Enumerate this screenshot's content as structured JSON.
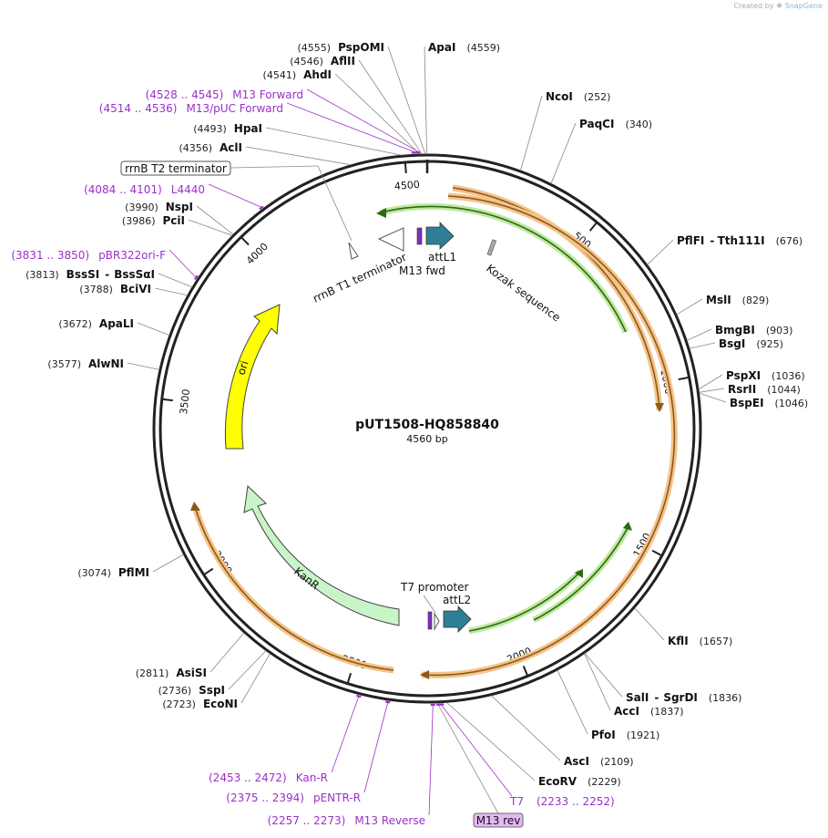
{
  "app": {
    "credit_prefix": "Created by",
    "credit_brand": "SnapGene"
  },
  "plasmid": {
    "name": "pUT1508-HQ858840",
    "length_label": "4560 bp"
  },
  "colors": {
    "backbone": "#222222",
    "ori": "#ffff00",
    "kanr": "#c8f5c8",
    "attl": "#2e7f96",
    "primer": "#9b30c9",
    "orange_glow": "#f5c38a",
    "green_glow": "#bfe8a0"
  },
  "tick_labels": [
    "500",
    "1000",
    "1500",
    "2000",
    "2500",
    "3000",
    "3500",
    "4000",
    "4500"
  ],
  "enzymes": [
    {
      "name": "ApaI",
      "pos": "(4559)"
    },
    {
      "name": "NcoI",
      "pos": "(252)"
    },
    {
      "name": "PaqCI",
      "pos": "(340)"
    },
    {
      "name": "PflFI",
      "sep": "-",
      "name2": "Tth111I",
      "pos": "(676)"
    },
    {
      "name": "MslI",
      "pos": "(829)"
    },
    {
      "name": "BmgBI",
      "pos": "(903)"
    },
    {
      "name": "BsgI",
      "pos": "(925)"
    },
    {
      "name": "PspXI",
      "pos": "(1036)"
    },
    {
      "name": "RsrII",
      "pos": "(1044)"
    },
    {
      "name": "BspEI",
      "pos": "(1046)"
    },
    {
      "name": "KflI",
      "pos": "(1657)"
    },
    {
      "name": "SalI",
      "sep": "-",
      "name2": "SgrDI",
      "pos": "(1836)"
    },
    {
      "name": "AccI",
      "pos": "(1837)"
    },
    {
      "name": "PfoI",
      "pos": "(1921)"
    },
    {
      "name": "AscI",
      "pos": "(2109)"
    },
    {
      "name": "EcoRV",
      "pos": "(2229)"
    },
    {
      "name": "EcoNI",
      "pos": "(2723)"
    },
    {
      "name": "SspI",
      "pos": "(2736)"
    },
    {
      "name": "AsiSI",
      "pos": "(2811)"
    },
    {
      "name": "PflMI",
      "pos": "(3074)"
    },
    {
      "name": "AlwNI",
      "pos": "(3577)"
    },
    {
      "name": "ApaLI",
      "pos": "(3672)"
    },
    {
      "name": "BciVI",
      "pos": "(3788)"
    },
    {
      "name": "BssSI",
      "sep": "-",
      "name2": "BssSαI",
      "pos": "(3813)"
    },
    {
      "name": "PciI",
      "pos": "(3986)"
    },
    {
      "name": "NspI",
      "pos": "(3990)"
    },
    {
      "name": "AclI",
      "pos": "(4356)"
    },
    {
      "name": "HpaI",
      "pos": "(4493)"
    },
    {
      "name": "AhdI",
      "pos": "(4541)"
    },
    {
      "name": "AflII",
      "pos": "(4546)"
    },
    {
      "name": "PspOMI",
      "pos": "(4555)"
    }
  ],
  "primers": [
    {
      "name": "M13 Forward",
      "range": "(4528 .. 4545)"
    },
    {
      "name": "M13/pUC Forward",
      "range": "(4514 .. 4536)"
    },
    {
      "name": "L4440",
      "range": "(4084 .. 4101)"
    },
    {
      "name": "pBR322ori-F",
      "range": "(3831 .. 3850)"
    },
    {
      "name": "Kan-R",
      "range": "(2453 .. 2472)"
    },
    {
      "name": "pENTR-R",
      "range": "(2375 .. 2394)"
    },
    {
      "name": "M13 Reverse",
      "range": "(2257 .. 2273)"
    },
    {
      "name": "T7",
      "range": "(2233 .. 2252)"
    },
    {
      "name": "M13 rev",
      "range": ""
    }
  ],
  "features": [
    {
      "name": "rrnB T2 terminator"
    },
    {
      "name": "rrnB T1 terminator"
    },
    {
      "name": "attL1"
    },
    {
      "name": "M13 fwd"
    },
    {
      "name": "Kozak sequence"
    },
    {
      "name": "ori"
    },
    {
      "name": "KanR"
    },
    {
      "name": "T7 promoter"
    },
    {
      "name": "attL2"
    }
  ]
}
